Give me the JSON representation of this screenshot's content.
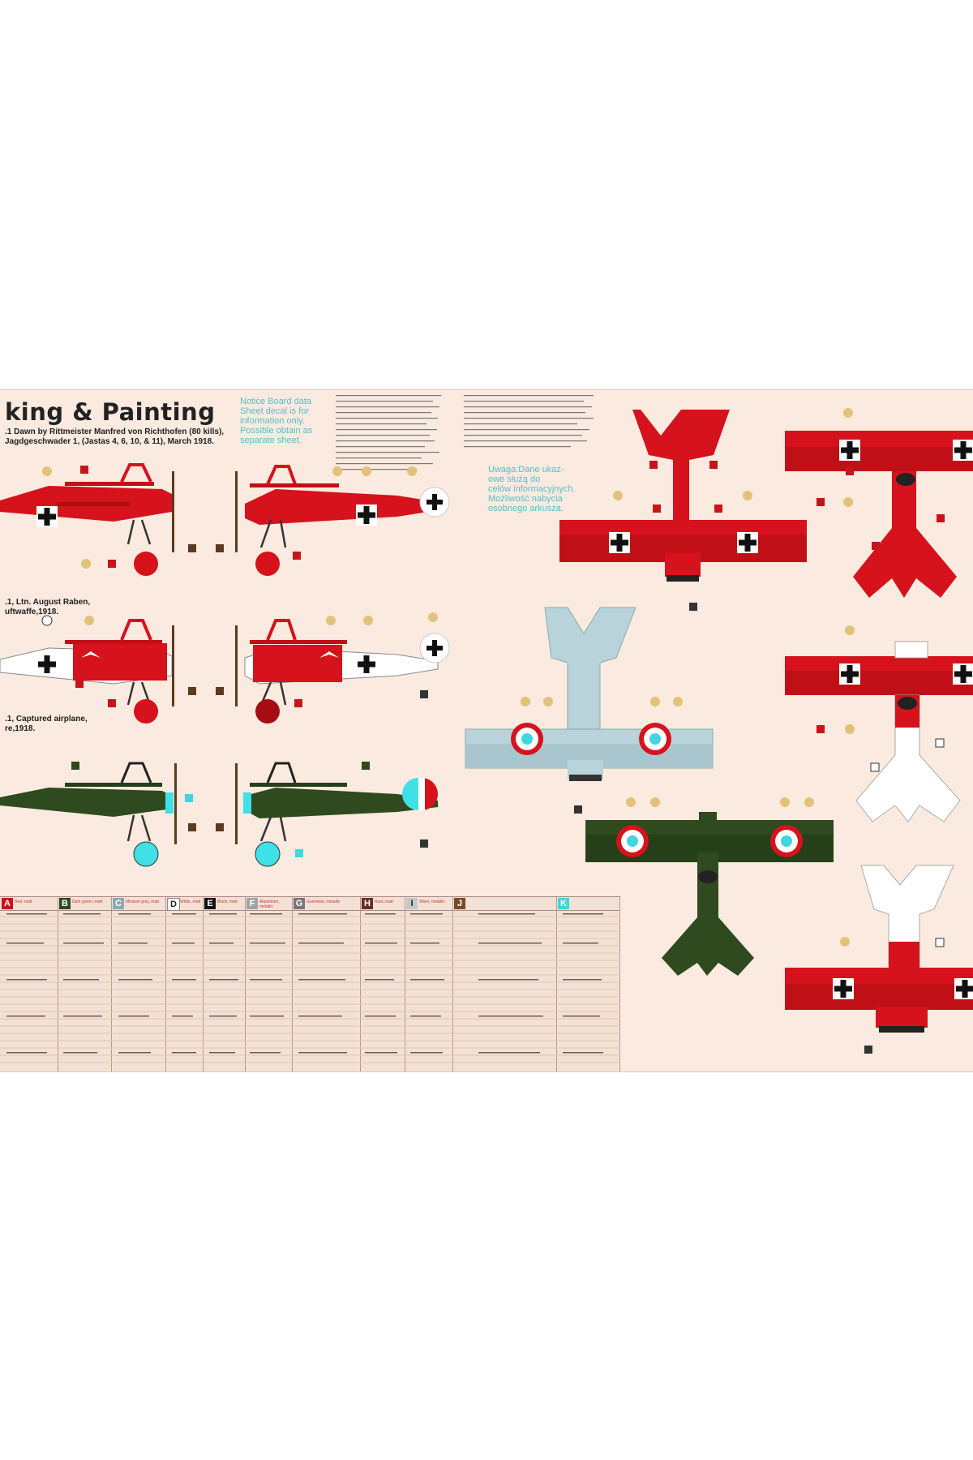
{
  "sheet": {
    "title": "king & Painting",
    "caption_1": ".1 Dawn by Rittmeister Manfred von Richthofen (80 kills),\nJagdgeschwader 1, (Jastas 4, 6, 10, & 11), March 1918.",
    "caption_2": ".1, Ltn. August Raben,\nuftwaffe,1918.",
    "caption_3": ".1, Captured airplane,\nre,1918.",
    "note_en": "Notice Board data\nSheet decal is for\ninformation only.\nPossible obtain as\nseparate sheet.",
    "note_pl": "Uwaga:Dane ukaz-\nowe służą do\ncelów informacyjnych.\nMożliwość nabycia\nosobnego arkusza."
  },
  "colors": {
    "red": "#d6121c",
    "dark_red": "#a60d12",
    "white": "#ffffff",
    "dark_green": "#2e4a1e",
    "light_blue": "#b9d3da",
    "cyan": "#3fe0e6",
    "background": "#fbeadf"
  },
  "legend": [
    {
      "letter": "A",
      "color": "#c9131a",
      "name": "Red, matt"
    },
    {
      "letter": "B",
      "color": "#2c4a1e",
      "name": "Dark green, matt"
    },
    {
      "letter": "C",
      "color": "#8aa9b6",
      "name": "Medium grey, matt"
    },
    {
      "letter": "D",
      "color": "#ffffff",
      "name": "White, matt"
    },
    {
      "letter": "E",
      "color": "#111111",
      "name": "Black, matt"
    },
    {
      "letter": "F",
      "color": "#9fa3a6",
      "name": "Aluminium, metallic"
    },
    {
      "letter": "G",
      "color": "#777777",
      "name": "Gunmetal, metallic"
    },
    {
      "letter": "H",
      "color": "#6a2a2a",
      "name": "Rust, matt"
    },
    {
      "letter": "I",
      "color": "#c8c8c8",
      "name": "Silver, metallic"
    },
    {
      "letter": "J",
      "color": "#7a4a28",
      "name": ""
    },
    {
      "letter": "K",
      "color": "#3fd6dd",
      "name": ""
    }
  ]
}
